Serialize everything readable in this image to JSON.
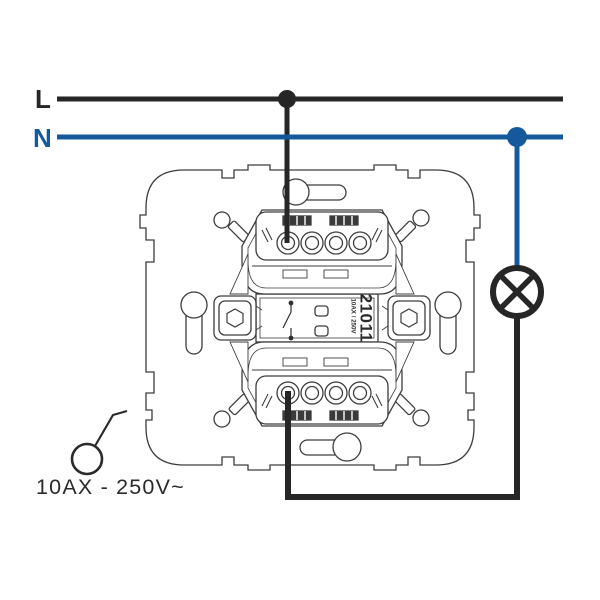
{
  "diagram": {
    "title_semantic": "one-way-switch-wiring-diagram",
    "power_lines": {
      "line_label": "L",
      "neutral_label": "N"
    },
    "mechanism": {
      "model_number": "21011",
      "rating_text": "10AX / 250V"
    },
    "rating_label": "10AX - 250V~",
    "symbols": {
      "lamp": "lamp-symbol (circle with X)",
      "switch": "one-way-switch-symbol"
    },
    "colors": {
      "line_black": "#262626",
      "neutral_blue": "#15599d",
      "drawing_stroke": "#3d3d3d"
    }
  }
}
